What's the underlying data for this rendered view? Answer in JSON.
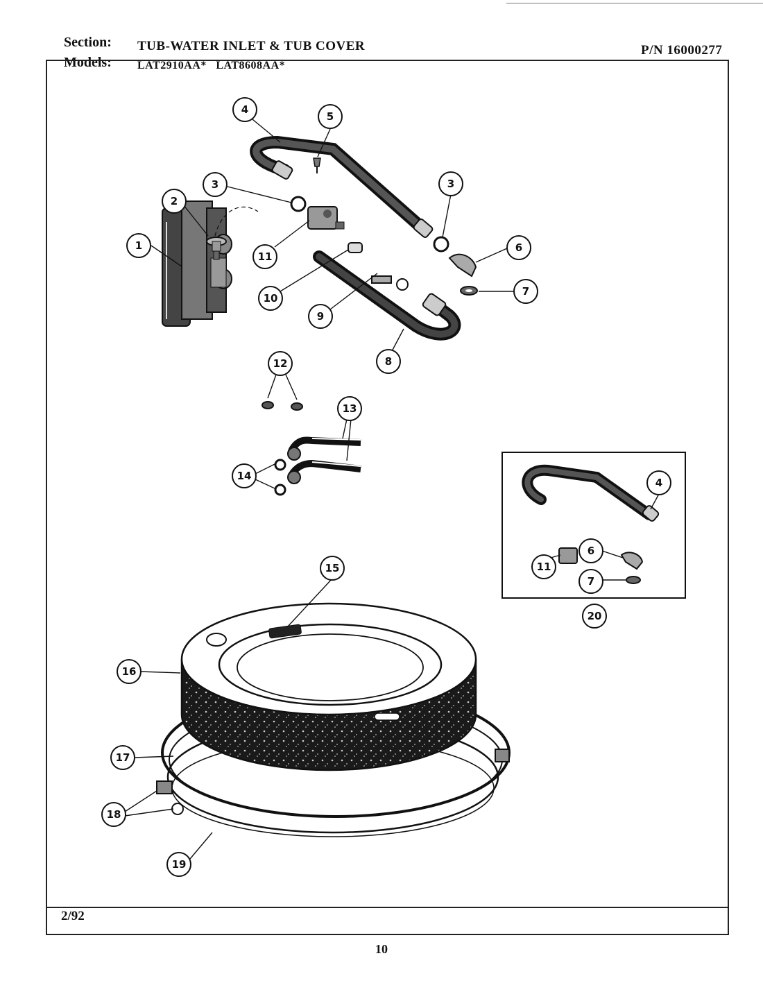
{
  "header": {
    "section_label": "Section:",
    "section_value": "TUB-WATER INLET & TUB COVER",
    "pn": "P/N 16000277",
    "models_label": "Models:",
    "models_value": "LAT2910AA*   LAT8608AA*"
  },
  "footer": {
    "date": "2/92",
    "page": "10"
  },
  "callouts": [
    "1",
    "2",
    "3",
    "4",
    "5",
    "6",
    "7",
    "8",
    "9",
    "10",
    "11",
    "12",
    "13",
    "14",
    "15",
    "16",
    "17",
    "18",
    "19",
    "20"
  ]
}
